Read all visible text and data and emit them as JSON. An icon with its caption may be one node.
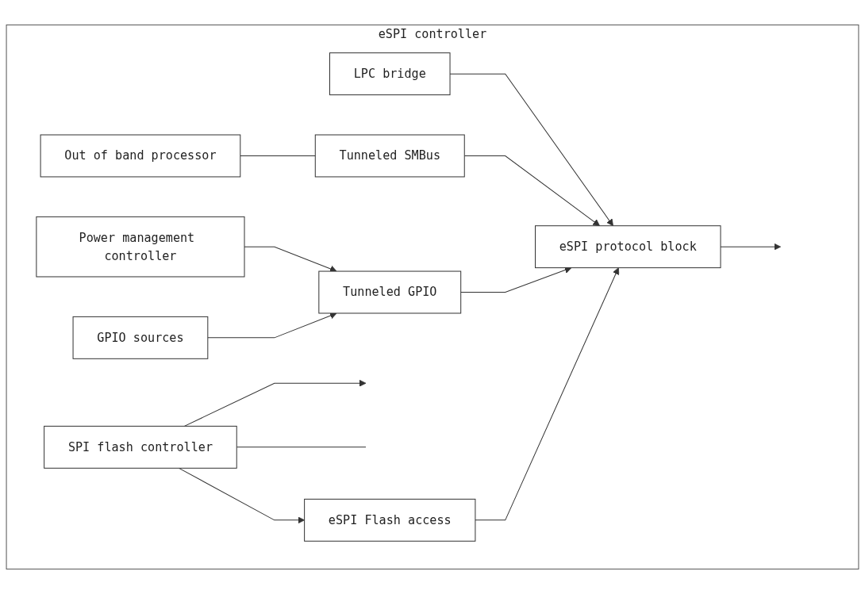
{
  "diagram": {
    "nodes": [
      {
        "text": [
          "eSPI controller"
        ]
      },
      {
        "text": [
          "Out of band processor"
        ],
        "in": 0
      },
      {
        "text": [
          "Power management controller"
        ],
        "in": 0
      },
      {
        "text": [
          "GPIO sources"
        ],
        "in": 0
      },
      {
        "text": [
          "SPI flash controller"
        ],
        "in": 0
      },
      {
        "text": [
          "LPC bridge"
        ],
        "in": 0
      },
      {
        "text": [
          "Tunneled SMBus"
        ],
        "in": 0
      },
      {
        "text": [
          "Tunneled GPIO"
        ],
        "in": 0
      },
      {
        "text": [
          "eSPI Flash access"
        ],
        "in": 0
      },
      {
        "text": [
          "eSPI protocol block"
        ],
        "in": 0
      }
    ],
    "edges": [
      {
        "from": 1,
        "to": 6,
        "arrow": "none"
      },
      {
        "from": 2,
        "to": 7,
        "arrow": "to"
      },
      {
        "from": 3,
        "to": 7,
        "arrow": "to"
      },
      {
        "from": 4,
        "to": 8,
        "arrow": "to"
      },
      {
        "from": 4,
        "to": null,
        "arrow": "to"
      },
      {
        "from": 4,
        "to": null,
        "arrow": "none"
      },
      {
        "from": 5,
        "to": 9,
        "arrow": "to"
      },
      {
        "from": 6,
        "to": 9,
        "arrow": "to"
      },
      {
        "from": 7,
        "to": 9,
        "arrow": "to"
      },
      {
        "from": 8,
        "to": 9,
        "arrow": "to"
      },
      {
        "from": 9,
        "to": null,
        "arrow": "to"
      }
    ]
  }
}
